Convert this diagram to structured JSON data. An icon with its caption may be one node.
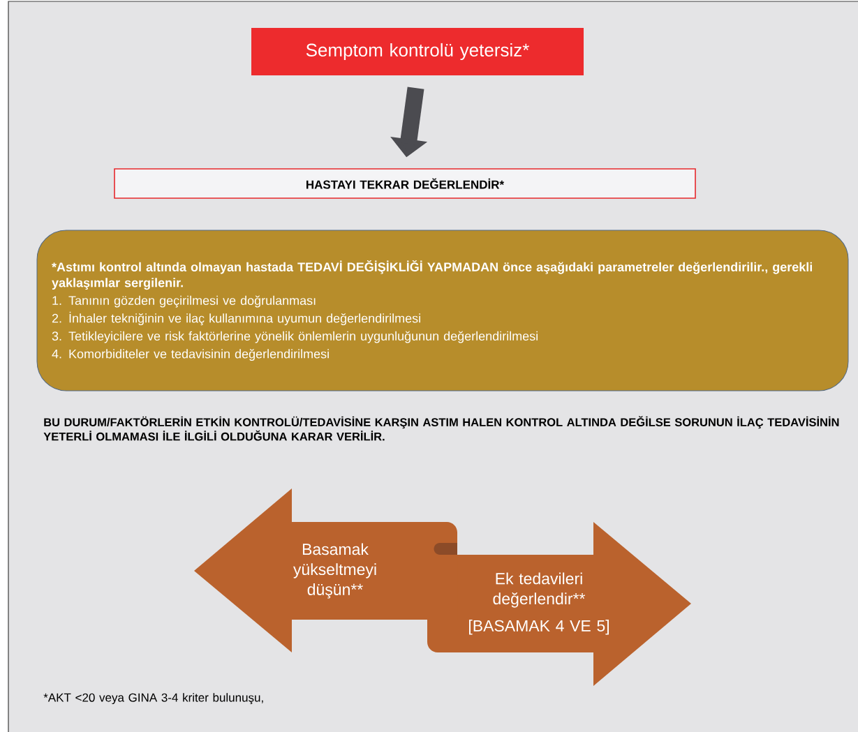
{
  "diagram": {
    "nodes": [
      {
        "text": [
          "Semptom kontrolü yetersiz*"
        ]
      },
      {
        "text": [
          "HASTAYI TEKRAR DEĞERLENDİR*"
        ]
      },
      {
        "text": [
          "*Astımı kontrol altında olmayan hastada TEDAVİ DEĞİŞİKLİĞİ YAPMADAN önce aşağıdaki parametreler değerlendirilir., gerekli yaklaşımlar sergilenir.",
          "1. Tanının gözden geçirilmesi ve doğrulanması",
          "2. İnhaler tekniğinin ve ilaç kullanımına uyumun değerlendirilmesi",
          "3. Tetikleyicilere ve risk faktörlerine yönelik önlemlerin uygunluğunun değerlendirilmesi",
          "4. Komorbiditeler ve tedavisinin değerlendirilmesi"
        ]
      },
      {
        "text": [
          "Basamak yükseltmeyi düşün**"
        ]
      },
      {
        "text": [
          "Ek tedavileri değerlendir**",
          "[BASAMAK 4 VE 5]"
        ]
      }
    ],
    "edges": [
      {
        "from": 0,
        "to": 1,
        "arrow": "to"
      }
    ],
    "labels": [
      "BU DURUM/FAKTÖRLERİN ETKİN KONTROLÜ/TEDAVİSİNE KARŞIN ASTIM HALEN KONTROL ALTINDA DEĞİLSE SORUNUN İLAÇ TEDAVİSİNİN YETERLİ OLMAMASI İLE İLGİLİ OLDUĞUNA KARAR VERİLİR.",
      "*AKT <20 veya GINA 3-4 kriter bulunuşu,"
    ]
  }
}
